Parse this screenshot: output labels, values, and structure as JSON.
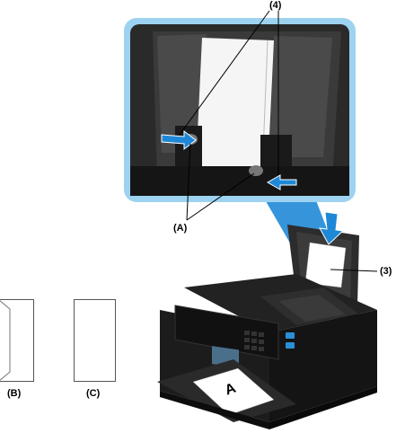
{
  "labels": {
    "guides": "(4)",
    "tab": "(A)",
    "paper_stack": "(3)",
    "envelope_b": "(B)",
    "envelope_c": "(C)"
  },
  "printer_screen": "A",
  "colors": {
    "callout_blue": "#2b8fd8",
    "callout_frame": "#9dd3f0",
    "arrow_blue": "#1e88d6",
    "printer_body": "#1c1c1c",
    "paper": "#ffffff"
  }
}
